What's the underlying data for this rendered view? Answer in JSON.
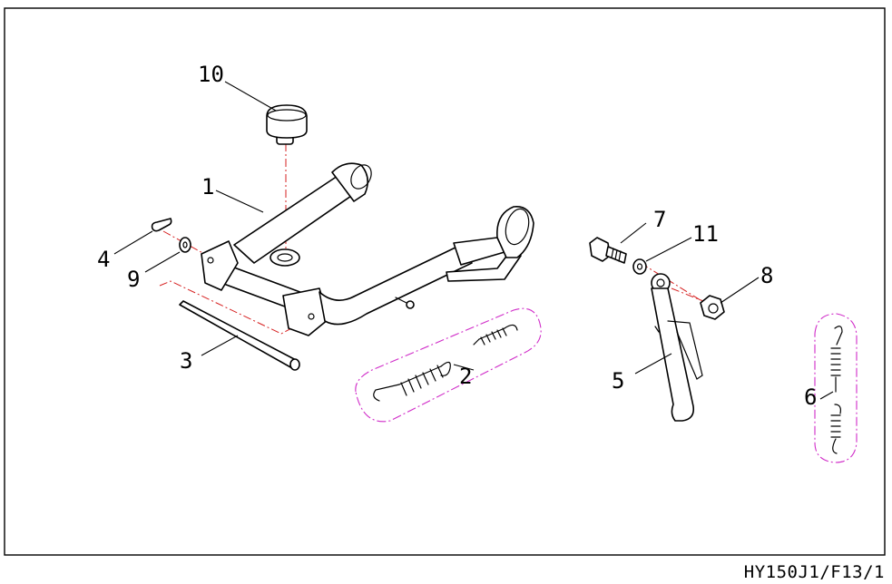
{
  "diagram_code": "HY150J1/F13/1",
  "callouts": [
    "10",
    "1",
    "4",
    "9",
    "3",
    "2",
    "7",
    "11",
    "8",
    "5",
    "6"
  ],
  "colors": {
    "line": "#000000",
    "assembly_axis": "#d62020",
    "kit_outline": "#d02cc8"
  }
}
